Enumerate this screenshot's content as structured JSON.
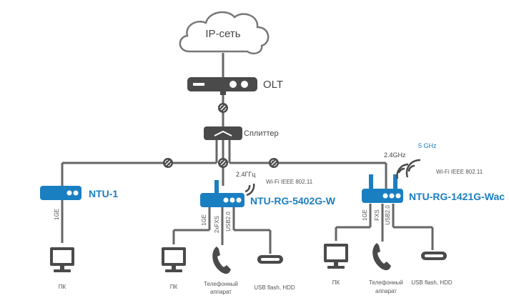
{
  "cloud": {
    "label": "IP-сеть"
  },
  "olt": {
    "label": "OLT"
  },
  "splitter": {
    "label": "Сплиттер"
  },
  "devices": {
    "ntu1": {
      "name": "NTU-1",
      "port": "1GE",
      "pc_label": "ПК"
    },
    "ntu_rg_5402": {
      "name": "NTU-RG-5402G-W",
      "wifi_band": "2.4ГГц",
      "wifi_std": "Wi-Fi IEEE 802.11",
      "ports": [
        "1GE",
        "2xFXS",
        "USB2.0"
      ],
      "pc_label": "ПК",
      "phone_label_1": "Телефонный",
      "phone_label_2": "аппарат",
      "usb_label": "USB flash, HDD"
    },
    "ntu_rg_1421": {
      "name": "NTU-RG-1421G-Wac",
      "wifi_band_1": "2.4GHz",
      "wifi_band_2": "5 GHz",
      "wifi_std": "Wi-Fi IEEE 802.11",
      "ports": [
        "1GE",
        "FXS",
        "USB2.0"
      ],
      "pc_label": "ПК",
      "phone_label_1": "Телефонный",
      "phone_label_2": "аппарат",
      "usb_label": "USB flash, HDD"
    }
  },
  "colors": {
    "line": "#666666",
    "device_dark": "#4a4a4a",
    "device_blue": "#1a7fc1",
    "ont_label": "#1a7fc1"
  }
}
